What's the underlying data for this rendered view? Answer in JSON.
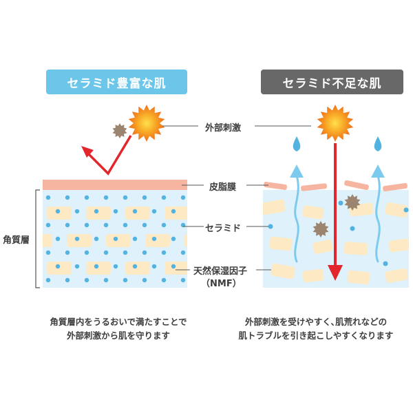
{
  "left_panel": {
    "title": "セラミド豊富な肌",
    "caption_line1": "角質層内をうるおいで満たすことで",
    "caption_line2": "外部刺激から肌を守ります"
  },
  "right_panel": {
    "title": "セラミド不足な肌",
    "caption_line1": "外部刺激を受けやすく､肌荒れなどの",
    "caption_line2": "肌トラブルを引き起こしやすくなります"
  },
  "labels": {
    "external_stimulus": "外部刺激",
    "sebum_film": "皮脂膜",
    "ceramide": "セラミド",
    "nmf_line1": "天然保湿因子",
    "nmf_line2": "（NMF）",
    "stratum_corneum": "角質層"
  },
  "colors": {
    "left_title_bg": "#6cc6ea",
    "right_title_bg": "#686868",
    "skin_layer": "#dff1fa",
    "sebum": "#f5b5a0",
    "cell": "#fde9c4",
    "ceramide_dot": "#53b3e0",
    "arrow_red": "#e3262b",
    "moisture_arrow": "#7ccbef",
    "sun": "#f28a1c",
    "irritant": "#9b8570"
  }
}
